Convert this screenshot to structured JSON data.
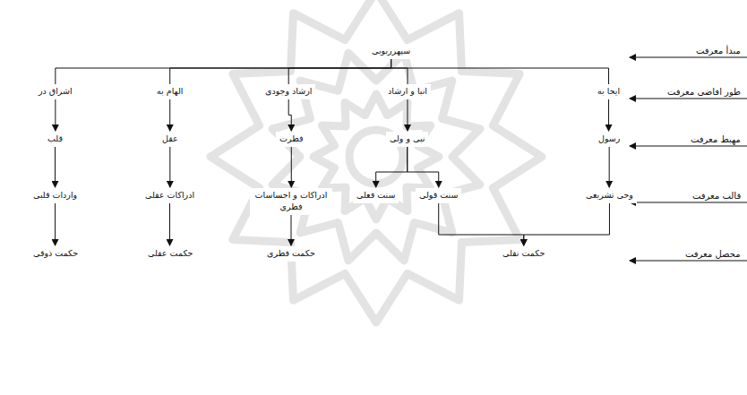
{
  "diagram": {
    "nodes": [
      {
        "text": [
          "سپهرربوبی"
        ]
      },
      {
        "text": [
          "ایحا به"
        ]
      },
      {
        "text": [
          "انبا و ارشاد"
        ]
      },
      {
        "text": [
          "ارشاد وجودی"
        ]
      },
      {
        "text": [
          "الهام به"
        ]
      },
      {
        "text": [
          "اشراق در"
        ]
      },
      {
        "text": [
          "رسول"
        ]
      },
      {
        "text": [
          "نبی و ولی"
        ]
      },
      {
        "text": [
          "فطرت"
        ]
      },
      {
        "text": [
          "عقل"
        ]
      },
      {
        "text": [
          "قلب"
        ]
      },
      {
        "text": [
          "وحی تشریعی"
        ]
      },
      {
        "text": [
          "سنت قولی"
        ]
      },
      {
        "text": [
          "سنت فعلی"
        ]
      },
      {
        "text": [
          "ادراکات و احساسات فطری"
        ]
      },
      {
        "text": [
          "ادراکات عقلی"
        ]
      },
      {
        "text": [
          "واردات قلبی"
        ]
      },
      {
        "text": [
          "حکمت نقلی"
        ]
      },
      {
        "text": [
          "حکمت فطری"
        ]
      },
      {
        "text": [
          "حکمت عقلی"
        ]
      },
      {
        "text": [
          "حکمت ذوقی"
        ]
      }
    ],
    "edges": [
      {
        "from": 0,
        "to": 1,
        "arrow": "none"
      },
      {
        "from": 0,
        "to": 2,
        "arrow": "none"
      },
      {
        "from": 0,
        "to": 3,
        "arrow": "none"
      },
      {
        "from": 0,
        "to": 4,
        "arrow": "none"
      },
      {
        "from": 0,
        "to": 5,
        "arrow": "none"
      },
      {
        "from": 1,
        "to": 6,
        "arrow": "to"
      },
      {
        "from": 2,
        "to": 7,
        "arrow": "to"
      },
      {
        "from": 3,
        "to": 8,
        "arrow": "to"
      },
      {
        "from": 4,
        "to": 9,
        "arrow": "to"
      },
      {
        "from": 5,
        "to": 10,
        "arrow": "to"
      },
      {
        "from": 6,
        "to": 11,
        "arrow": "to"
      },
      {
        "from": 7,
        "to": 12,
        "arrow": "to"
      },
      {
        "from": 7,
        "to": 13,
        "arrow": "to"
      },
      {
        "from": 8,
        "to": 14,
        "arrow": "to"
      },
      {
        "from": 9,
        "to": 15,
        "arrow": "to"
      },
      {
        "from": 10,
        "to": 16,
        "arrow": "to"
      },
      {
        "from": 11,
        "to": 17,
        "arrow": "to"
      },
      {
        "from": 12,
        "to": 17,
        "arrow": "to"
      },
      {
        "from": 14,
        "to": 18,
        "arrow": "to"
      },
      {
        "from": 15,
        "to": 19,
        "arrow": "to"
      },
      {
        "from": 16,
        "to": 20,
        "arrow": "to"
      }
    ],
    "labels": [
      "مبدأ معرفت",
      "طور افاضی معرفت",
      "مهبط معرفت",
      "قالب معرفت",
      "محصل معرفت"
    ]
  }
}
